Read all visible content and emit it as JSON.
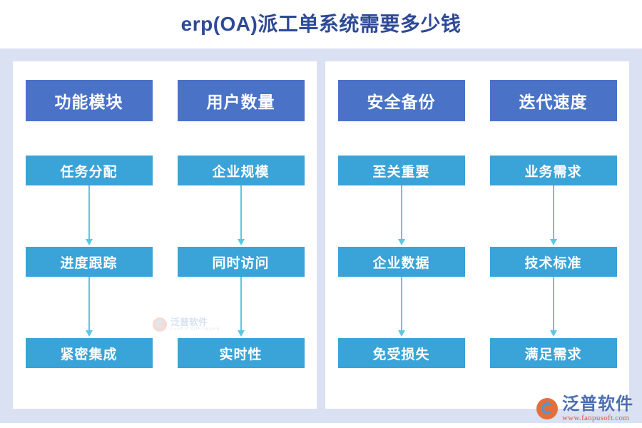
{
  "title": "erp(OA)派工单系统需要多少钱",
  "colors": {
    "title": "#2e4a96",
    "header_box": "#4a73c8",
    "item_box": "#3aa3d8",
    "arrow": "#5fc6e0",
    "frame": "#dae1f3",
    "panel": "#ffffff"
  },
  "panels": [
    {
      "columns": [
        {
          "header": "功能模块",
          "items": [
            "任务分配",
            "进度跟踪",
            "紧密集成"
          ]
        },
        {
          "header": "用户数量",
          "items": [
            "企业规模",
            "同时访问",
            "实时性"
          ]
        }
      ]
    },
    {
      "columns": [
        {
          "header": "安全备份",
          "items": [
            "至关重要",
            "企业数据",
            "免受损失"
          ]
        },
        {
          "header": "迭代速度",
          "items": [
            "业务需求",
            "技术标准",
            "满足需求"
          ]
        }
      ]
    }
  ],
  "watermark": {
    "cn": "泛普软件",
    "en": "FANPU SOFTWARE"
  },
  "logo": {
    "cn": "泛普软件",
    "url": "www.fanpusoft.com"
  }
}
